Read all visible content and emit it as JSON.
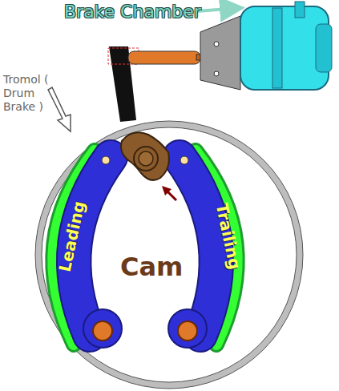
{
  "diagram": {
    "nodes": [
      {
        "text": [
          "Leading"
        ]
      },
      {
        "text": [
          "Trailing"
        ]
      }
    ],
    "labels": [
      "Brake Chamber",
      "Tromol ( Drum Brake )",
      "Cam"
    ]
  }
}
